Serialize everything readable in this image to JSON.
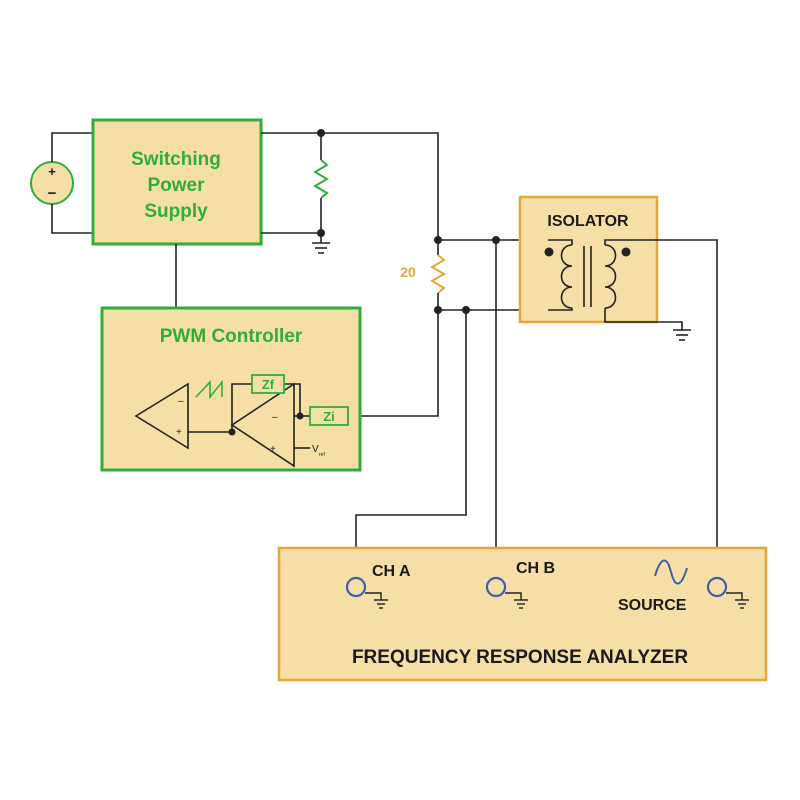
{
  "diagram": {
    "power_supply": {
      "line1": "Switching",
      "line2": "Power",
      "line3": "Supply"
    },
    "controller": {
      "title": "PWM Controller",
      "zf_label": "Zf",
      "zi_label": "Zi",
      "vref_label": "V",
      "vref_sub": "ref"
    },
    "injection_resistor": {
      "value": "20"
    },
    "isolator": {
      "title": "ISOLATOR"
    },
    "analyzer": {
      "title": "FREQUENCY RESPONSE ANALYZER",
      "ch_a": "CH A",
      "ch_b": "CH B",
      "source": "SOURCE"
    },
    "source_symbol": {
      "plus": "+",
      "minus": "−"
    },
    "colors": {
      "green": "#2fae3a",
      "fill": "#f6dfa6",
      "orange": "#e6a63a",
      "blue": "#3a5fa8",
      "wire": "#222222"
    }
  }
}
